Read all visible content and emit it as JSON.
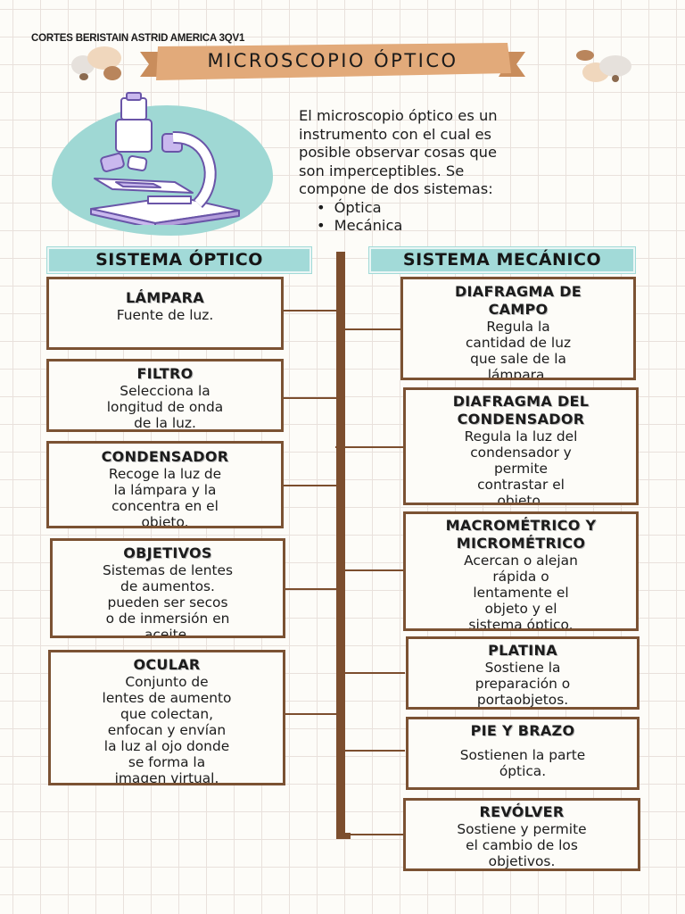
{
  "author": "CORTES BERISTAIN ASTRID AMERICA 3QV1",
  "title": "MICROSCOPIO ÓPTICO",
  "intro": {
    "line1": "El microscopio óptico es un",
    "line2": "instrumento con el cual es",
    "line3": "posible observar cosas que",
    "line4": "son imperceptibles. Se",
    "line5": "compone de dos sistemas:",
    "items": [
      "Óptica",
      "Mecánica"
    ]
  },
  "optico": {
    "header": "SISTEMA ÓPTICO",
    "cards": [
      {
        "title": "LÁMPARA",
        "lines": [
          "Fuente de luz."
        ]
      },
      {
        "title": "FILTRO",
        "lines": [
          "Selecciona la",
          "longitud de onda",
          "de la luz."
        ]
      },
      {
        "title": "CONDENSADOR",
        "lines": [
          "Recoge la luz de",
          "la lámpara y la",
          "concentra en el",
          "objeto."
        ]
      },
      {
        "title": "OBJETIVOS",
        "lines": [
          "Sistemas de lentes",
          "de aumentos.",
          "pueden ser secos",
          "o de inmersión en",
          "aceite."
        ]
      },
      {
        "title": "OCULAR",
        "lines": [
          "Conjunto de",
          "lentes de aumento",
          "que colectan,",
          "enfocan y envían",
          "la luz al ojo donde",
          "se forma la",
          "imagen virtual."
        ]
      }
    ]
  },
  "mecanico": {
    "header": "SISTEMA MECÁNICO",
    "cards": [
      {
        "title1": "DIAFRAGMA DE",
        "title2": "CAMPO",
        "lines": [
          "Regula la",
          "cantidad de luz",
          "que sale de la",
          "lámpara."
        ]
      },
      {
        "title1": "DIAFRAGMA DEL",
        "title2": "CONDENSADOR",
        "lines": [
          "Regula la luz del",
          "condensador y",
          "permite",
          "contrastar el",
          "objeto."
        ]
      },
      {
        "title1": "MACROMÉTRICO Y",
        "title2": "MICROMÉTRICO",
        "lines": [
          "Acercan o alejan",
          "rápida o",
          "lentamente el",
          "objeto y el",
          "sistema óptico."
        ]
      },
      {
        "title1": "PLATINA",
        "lines": [
          "Sostiene la",
          "preparación o",
          "portaobjetos."
        ]
      },
      {
        "title1": "PIE Y BRAZO",
        "lines": [
          "Sostienen la parte",
          "óptica."
        ]
      },
      {
        "title1": "REVÓLVER",
        "lines": [
          "Sostiene y permite",
          "el cambio de los",
          "objetivos."
        ]
      }
    ]
  },
  "colors": {
    "frame": "#7b5233",
    "spine": "#7c4e2e",
    "header_bg": "#a2dad8",
    "banner": "#e2aa7a",
    "blob": "#9fd8d4",
    "microscope": "#b39ddb"
  }
}
